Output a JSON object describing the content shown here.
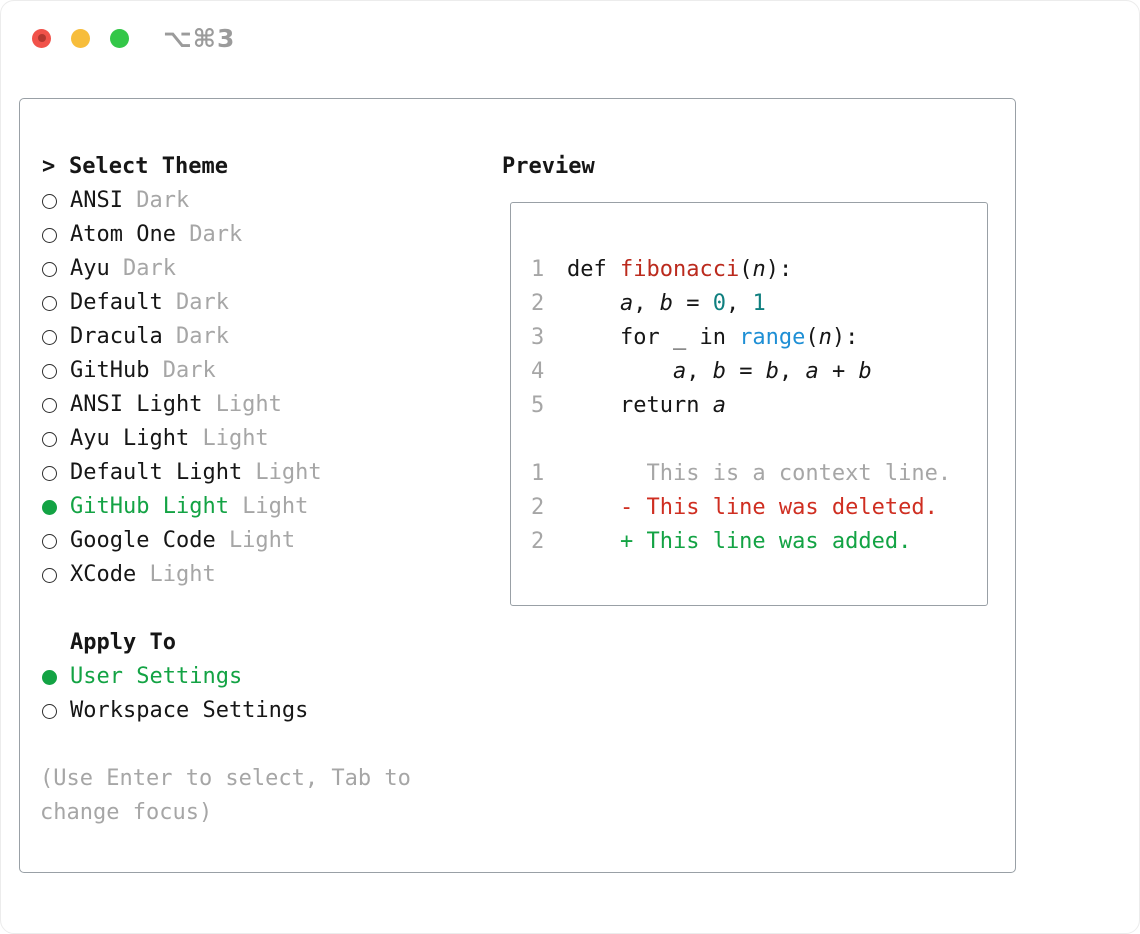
{
  "window": {
    "shortcut": "⌥⌘3"
  },
  "colors": {
    "accent_green": "#13a344",
    "added_green": "#13a344",
    "deleted_red": "#cf2e21",
    "function_red": "#bb2a1d",
    "number_teal": "#0f7f7f",
    "builtin_blue": "#1e8fd5"
  },
  "theme_panel": {
    "prompt": ">",
    "title": "Select Theme",
    "themes": [
      {
        "name": "ANSI",
        "variant": "Dark",
        "selected": false
      },
      {
        "name": "Atom One",
        "variant": "Dark",
        "selected": false
      },
      {
        "name": "Ayu",
        "variant": "Dark",
        "selected": false
      },
      {
        "name": "Default",
        "variant": "Dark",
        "selected": false
      },
      {
        "name": "Dracula",
        "variant": "Dark",
        "selected": false
      },
      {
        "name": "GitHub",
        "variant": "Dark",
        "selected": false
      },
      {
        "name": "ANSI Light",
        "variant": "Light",
        "selected": false
      },
      {
        "name": "Ayu Light",
        "variant": "Light",
        "selected": false
      },
      {
        "name": "Default Light",
        "variant": "Light",
        "selected": false
      },
      {
        "name": "GitHub Light",
        "variant": "Light",
        "selected": true
      },
      {
        "name": "Google Code",
        "variant": "Light",
        "selected": false
      },
      {
        "name": "XCode",
        "variant": "Light",
        "selected": false
      }
    ],
    "apply_to": {
      "title": "Apply To",
      "options": [
        {
          "label": "User Settings",
          "selected": true
        },
        {
          "label": "Workspace Settings",
          "selected": false
        }
      ]
    },
    "hint": "(Use Enter to select, Tab to change focus)"
  },
  "preview": {
    "title": "Preview",
    "code_lines": [
      {
        "num": "1",
        "segments": [
          {
            "t": "def ",
            "s": "p"
          },
          {
            "t": "fibonacci",
            "s": "fn"
          },
          {
            "t": "(",
            "s": "p"
          },
          {
            "t": "n",
            "s": "v"
          },
          {
            "t": "):",
            "s": "p"
          }
        ]
      },
      {
        "num": "2",
        "segments": [
          {
            "t": "    ",
            "s": "p"
          },
          {
            "t": "a",
            "s": "v"
          },
          {
            "t": ", ",
            "s": "p"
          },
          {
            "t": "b",
            "s": "v"
          },
          {
            "t": " = ",
            "s": "p"
          },
          {
            "t": "0",
            "s": "n"
          },
          {
            "t": ", ",
            "s": "p"
          },
          {
            "t": "1",
            "s": "n"
          }
        ]
      },
      {
        "num": "3",
        "segments": [
          {
            "t": "    for _ in ",
            "s": "p"
          },
          {
            "t": "range",
            "s": "b"
          },
          {
            "t": "(",
            "s": "p"
          },
          {
            "t": "n",
            "s": "v"
          },
          {
            "t": "):",
            "s": "p"
          }
        ]
      },
      {
        "num": "4",
        "segments": [
          {
            "t": "        ",
            "s": "p"
          },
          {
            "t": "a",
            "s": "v"
          },
          {
            "t": ", ",
            "s": "p"
          },
          {
            "t": "b",
            "s": "v"
          },
          {
            "t": " = ",
            "s": "p"
          },
          {
            "t": "b",
            "s": "v"
          },
          {
            "t": ", ",
            "s": "p"
          },
          {
            "t": "a",
            "s": "v"
          },
          {
            "t": " + ",
            "s": "p"
          },
          {
            "t": "b",
            "s": "v"
          }
        ]
      },
      {
        "num": "5",
        "segments": [
          {
            "t": "    return ",
            "s": "p"
          },
          {
            "t": "a",
            "s": "v"
          }
        ]
      }
    ],
    "diff_lines": [
      {
        "num": "1",
        "kind": "context",
        "text": "      This is a context line."
      },
      {
        "num": "2",
        "kind": "deleted",
        "text": "    - This line was deleted."
      },
      {
        "num": "2",
        "kind": "added",
        "text": "    + This line was added."
      }
    ]
  }
}
